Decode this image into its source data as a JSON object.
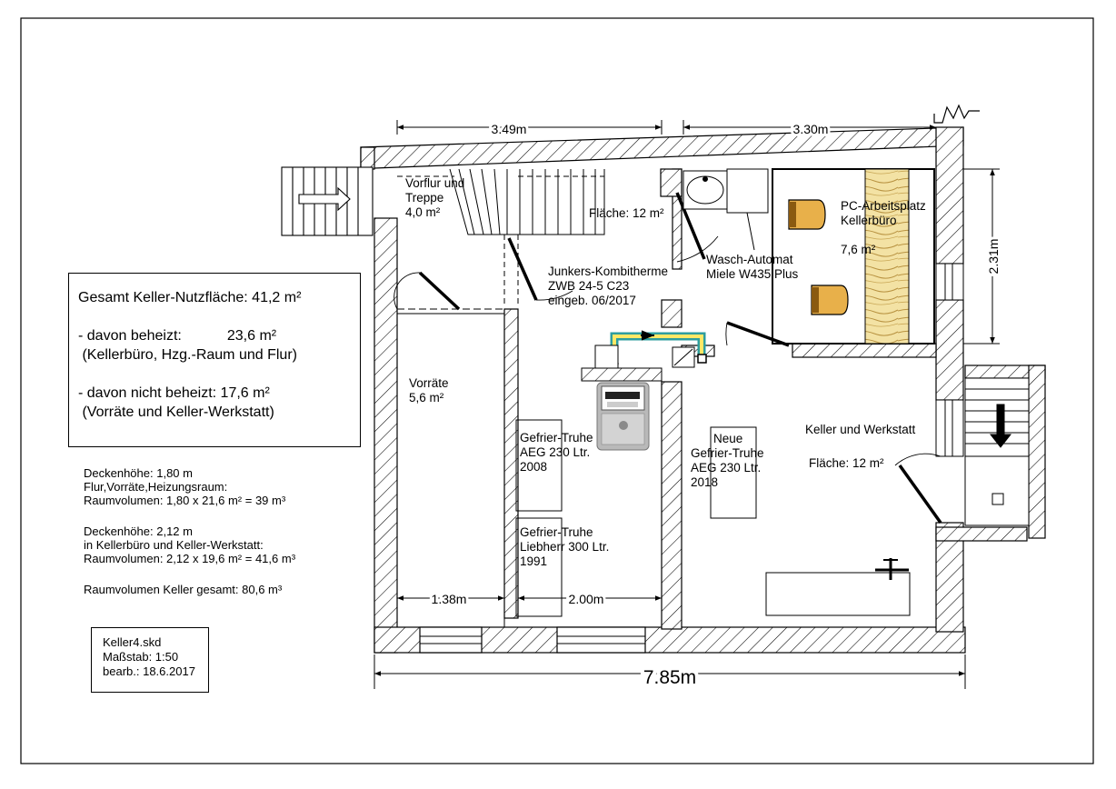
{
  "summary": {
    "total": "Gesamt Keller-Nutzfläche: 41,2 m²",
    "heated_label": "- davon beheizt:",
    "heated_value": "23,6 m²",
    "heated_detail": " (Kellerbüro, Hzg.-Raum und Flur)",
    "unheated": "- davon nicht beheizt: 17,6 m²",
    "unheated_detail": " (Vorräte und Keller-Werkstatt)"
  },
  "notes": {
    "ceiling1": "Deckenhöhe: 1,80 m",
    "ceiling1_rooms": "Flur,Vorräte,Heizungsraum:",
    "volume1": "Raumvolumen: 1,80 x 21,6 m² = 39 m³",
    "ceiling2": "Deckenhöhe: 2,12 m",
    "ceiling2_rooms": "in Kellerbüro und Keller-Werkstatt:",
    "volume2": "Raumvolumen: 2,12 x 19,6 m² = 41,6 m³",
    "total_volume": "Raumvolumen Keller gesamt: 80,6 m³"
  },
  "file_info": {
    "name": "Keller4.skd",
    "scale": "Maßstab: 1:50",
    "edited": "bearb.: 18.6.2017"
  },
  "dimensions": {
    "top_left": "3.49m",
    "top_right": "3.30m",
    "right_height": "2.31m",
    "bottom_left": "1.38m",
    "bottom_mid": "2.00m",
    "total_width": "7.85m"
  },
  "rooms": {
    "flur_line1": "Vorflur und",
    "flur_line2": "Treppe",
    "flur_area": "4,0 m²",
    "flaeche_flur": "Fläche: 12 m²",
    "heating_line1": "Junkers-Kombitherme",
    "heating_line2": "ZWB 24-5 C23",
    "heating_line3": "eingeb. 06/2017",
    "washer_line1": "Wasch-Automat",
    "washer_line2": "Miele W435 Plus",
    "office_line1": "PC-Arbeitsplatz",
    "office_line2": "Kellerbüro",
    "office_area": "7,6 m²",
    "storage_name": "Vorräte",
    "storage_area": "5,6 m²",
    "freezer1_line1": "Gefrier-Truhe",
    "freezer1_line2": "AEG 230 Ltr.",
    "freezer1_line3": "2008",
    "freezer2_line1": "Gefrier-Truhe",
    "freezer2_line2": "Liebherr 300 Ltr.",
    "freezer2_line3": "1991",
    "freezer3_line1": "Neue",
    "freezer3_line2": "Gefrier-Truhe",
    "freezer3_line3": "AEG 230 Ltr.",
    "freezer3_line4": "2018",
    "workshop_name": "Keller und Werkstatt",
    "workshop_area": "Fläche: 12 m²"
  },
  "colors": {
    "pipe": "#2e9e9e",
    "pipe_fill": "#ffe866",
    "chair": "#e8b04a",
    "wood": "#f3e2a4"
  }
}
